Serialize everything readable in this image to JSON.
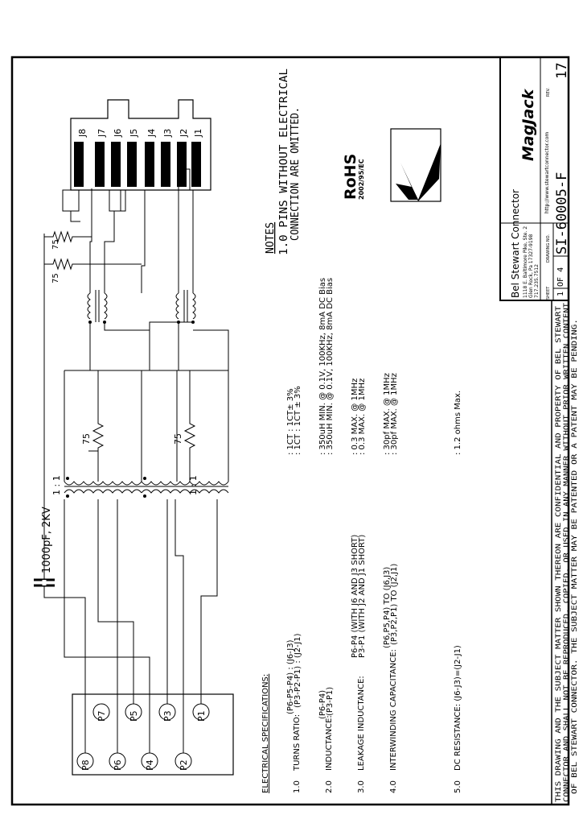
{
  "notes": {
    "title": "NOTES",
    "line1": "1.0 PINS WITHOUT ELECTRICAL",
    "line2": "CONNECTION ARE OMITTED."
  },
  "spec_title": "ELECTRICAL SPECIFICATIONS:",
  "specs": [
    {
      "num": "1.0",
      "label": "TURNS RATIO:",
      "pins": [
        "(P6-P5-P4) : (J6-J3)",
        "(P3-P2-P1) : (J2-J1)"
      ],
      "values": [
        ":  1CT : 1CT± 3%",
        ":  1CT : 1CT ± 3%"
      ]
    },
    {
      "num": "2.0",
      "label": "INDUCTANCE:",
      "pins": [
        "(P6-P4)",
        "(P3-P1)"
      ],
      "values": [
        ":  350uH MIN. @ 0.1V, 100KHz, 8mA DC Bias",
        ":  350uH MIN. @ 0.1V, 100KHz, 8mA DC Bias"
      ]
    },
    {
      "num": "3.0",
      "label": "LEAKAGE INDUCTANCE:",
      "pins": [
        "P6-P4 (WITH J6 AND J3 SHORT)",
        "P3-P1 (WITH J2 AND J1 SHORT)"
      ],
      "values": [
        ":  0.3 MAX. @ 1MHz",
        ":  0.3 MAX. @ 1MHz"
      ]
    },
    {
      "num": "4.0",
      "label": "INTERWINDING CAPACITANCE:",
      "pins": [
        "(P6,P5,P4) TO (J6,J3)",
        "(P3,P2,P1) TO (J2,J1)"
      ],
      "values": [
        ":  30pf MAX. @ 1MHz",
        ":  30pf MAX. @ 1MHz"
      ]
    },
    {
      "num": "5.0",
      "label": "DC RESISTANCE: (J6-J3)=(J2-J1)",
      "pins": [],
      "values": [
        ":  1.2 ohms Max."
      ]
    }
  ],
  "schematic": {
    "capacitor_label": "1000pF, 2KV",
    "plug_pins": [
      "P8",
      "P7",
      "P6",
      "P5",
      "P4",
      "P3",
      "P2",
      "P1"
    ],
    "jack_pins": [
      "J8",
      "J7",
      "J6",
      "J5",
      "J4",
      "J3",
      "J2",
      "J1"
    ],
    "ratio_label": "1 : 1",
    "resistor_label": "75"
  },
  "rohs": {
    "label": "RoHS",
    "directive": "2002/95/EC"
  },
  "title_block": {
    "company": "Bel Stewart Connector",
    "address1": "1118 E. Baltimore Pike, Ste. 2",
    "address2": "Glen Rock, Pa  17327-9198",
    "phone": "717.235.7512",
    "brand": "MagJack",
    "website": "http://www.stewartconnector.com",
    "sheet_label": "SHEET",
    "sheet": "1 OF 4",
    "drawing_no_label": "DRAWING NO.",
    "drawing_no": "SI-60005-F",
    "rev_label": "REV.",
    "rev": "17"
  },
  "confidential": [
    "THIS DRAWING AND THE SUBJECT MATTER SHOWN THEREON ARE CONFIDENTIAL AND PROPERTY OF BEL STEWART",
    "CONNECTOR AND SHALL NOT BE REPRODUCED, COPIED, OR USED IN ANY MANNER WITHOUT PRIOR WRITTEN CONTENT",
    "OF BEL STEWART CONNECTOR.  THE SUBJECT MATTER MAY BE PATENTED OR A PATENT MAY BE PENDING."
  ]
}
